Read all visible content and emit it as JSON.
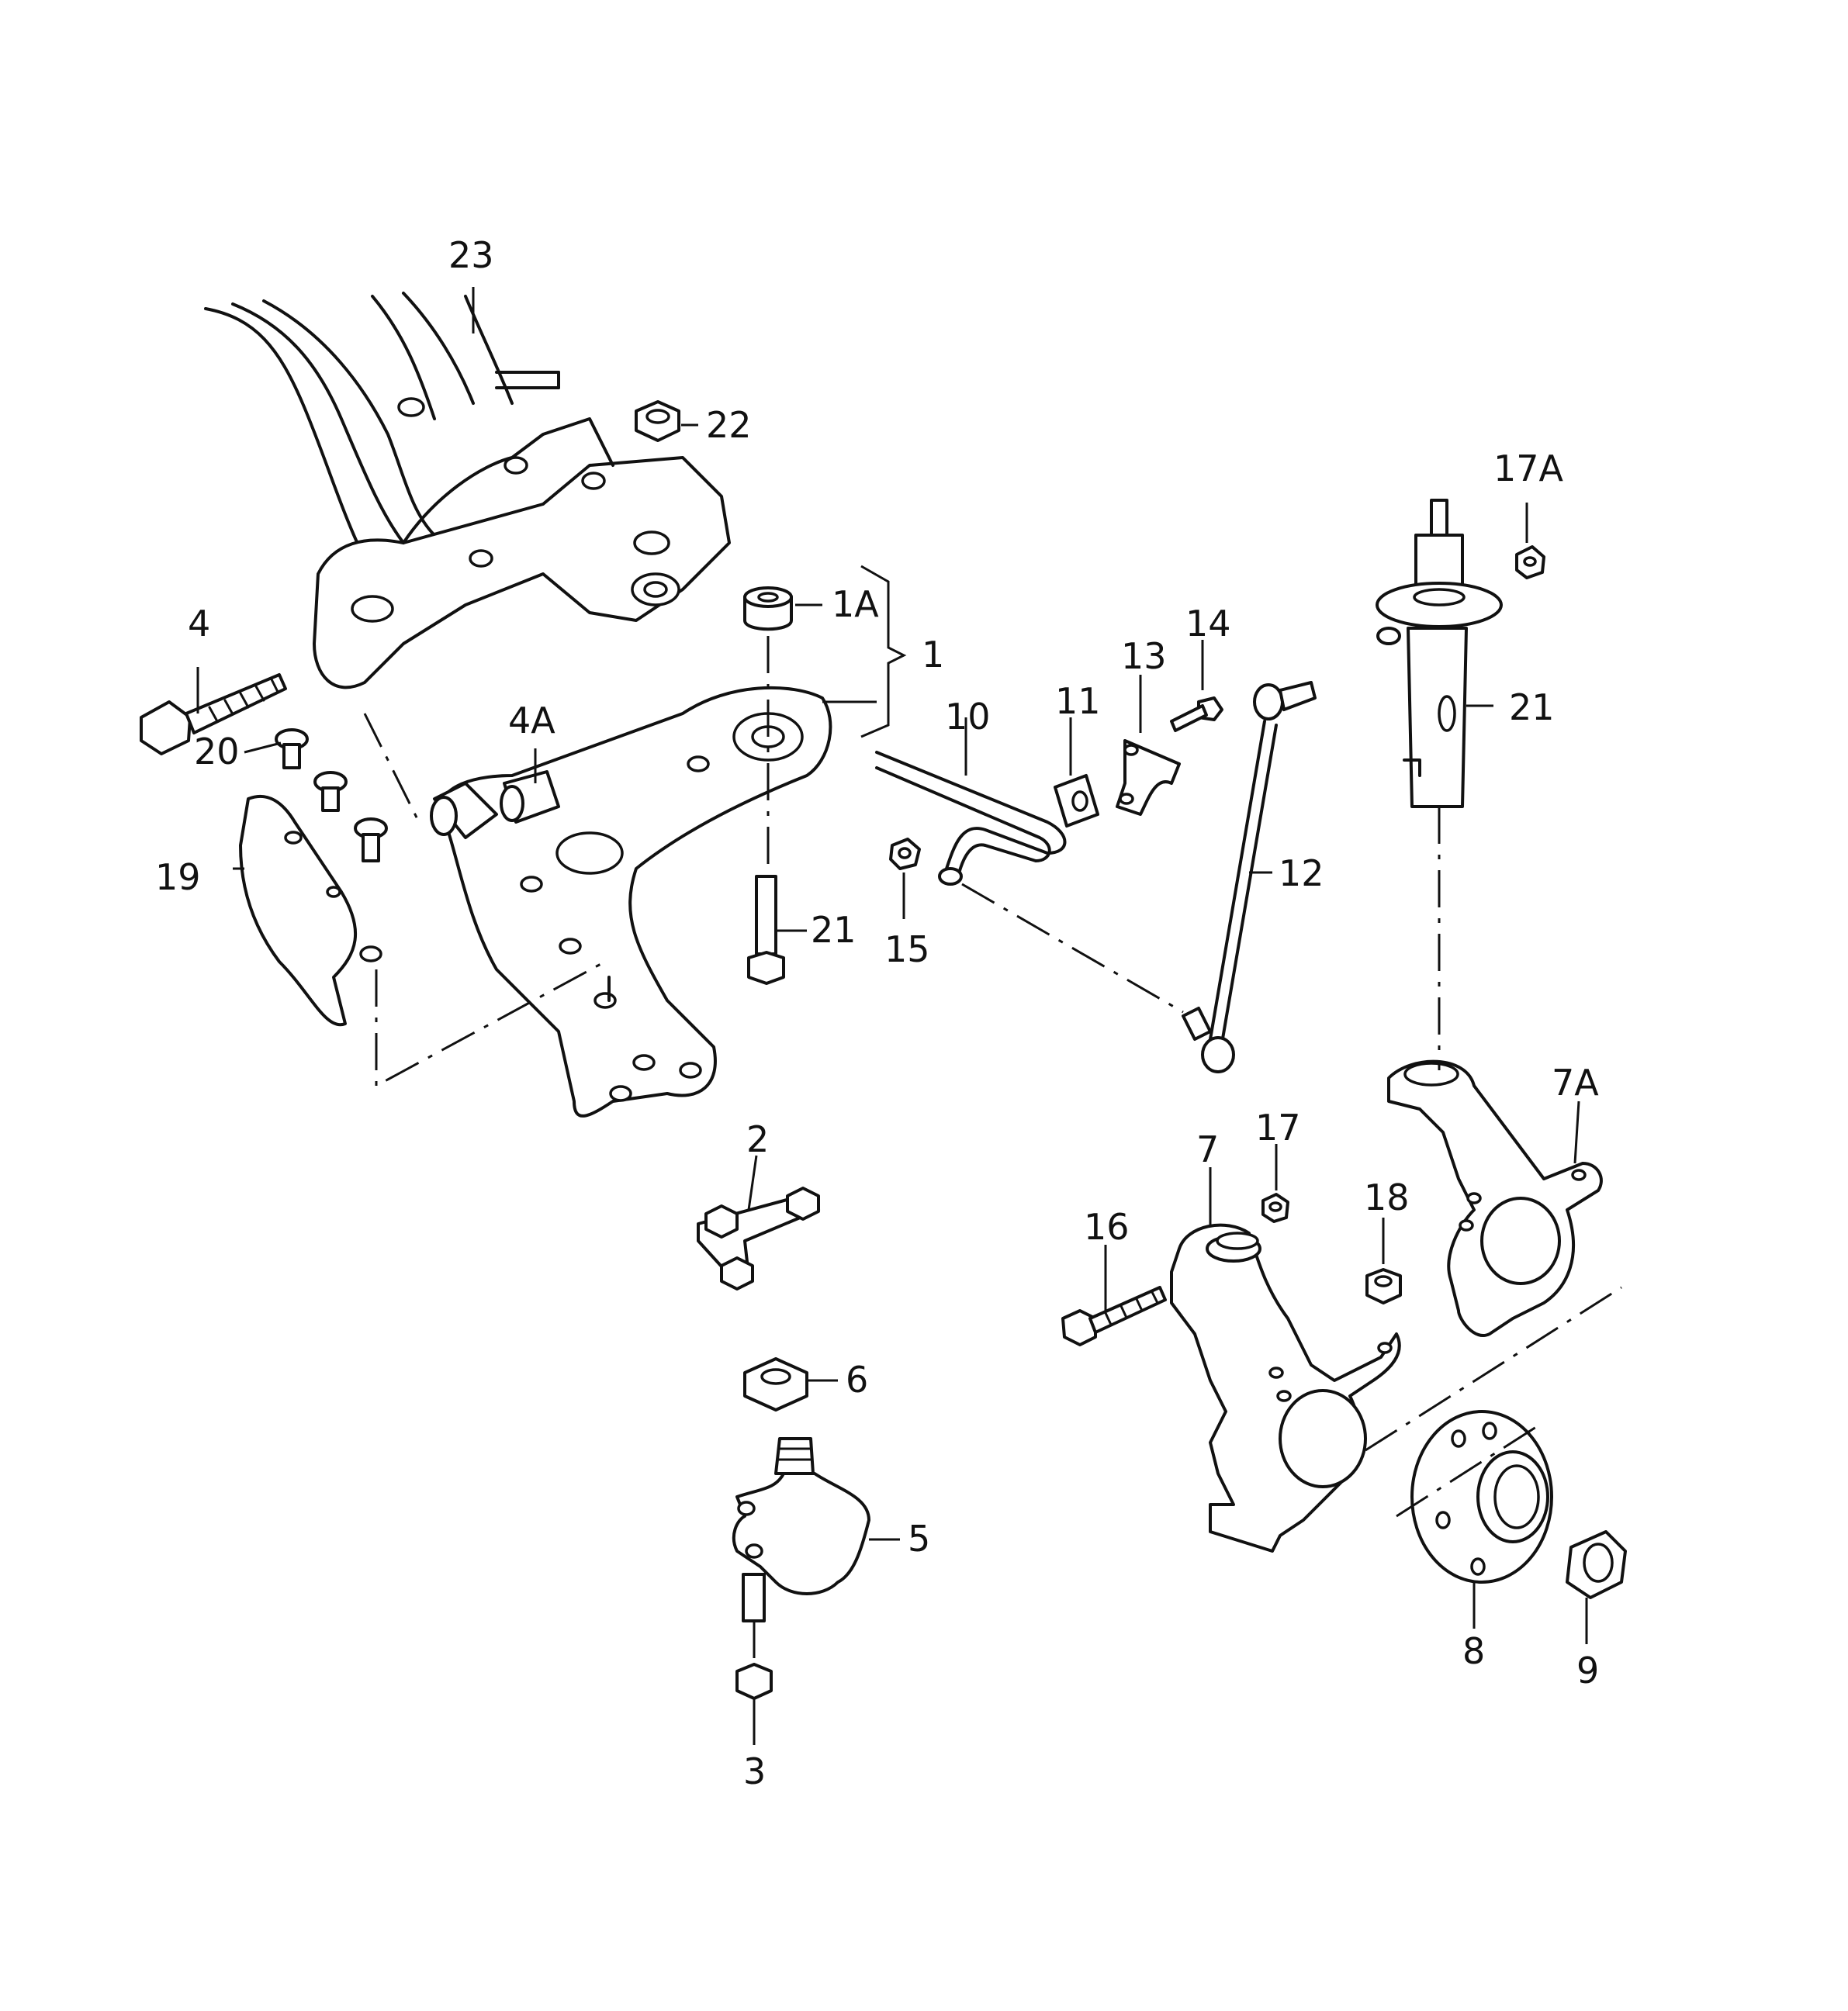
{
  "diagram": {
    "labels": [
      {
        "id": "23",
        "text": "23"
      },
      {
        "id": "22",
        "text": "22"
      },
      {
        "id": "1A",
        "text": "1A"
      },
      {
        "id": "1",
        "text": "1"
      },
      {
        "id": "4",
        "text": "4"
      },
      {
        "id": "4A",
        "text": "4A"
      },
      {
        "id": "20",
        "text": "20"
      },
      {
        "id": "19",
        "text": "19"
      },
      {
        "id": "21a",
        "text": "21"
      },
      {
        "id": "10",
        "text": "10"
      },
      {
        "id": "11",
        "text": "11"
      },
      {
        "id": "13",
        "text": "13"
      },
      {
        "id": "14",
        "text": "14"
      },
      {
        "id": "15",
        "text": "15"
      },
      {
        "id": "12",
        "text": "12"
      },
      {
        "id": "17A",
        "text": "17A"
      },
      {
        "id": "21b",
        "text": "21"
      },
      {
        "id": "7A",
        "text": "7A"
      },
      {
        "id": "7",
        "text": "7"
      },
      {
        "id": "17",
        "text": "17"
      },
      {
        "id": "18",
        "text": "18"
      },
      {
        "id": "16",
        "text": "16"
      },
      {
        "id": "2",
        "text": "2"
      },
      {
        "id": "6",
        "text": "6"
      },
      {
        "id": "5",
        "text": "5"
      },
      {
        "id": "3",
        "text": "3"
      },
      {
        "id": "8",
        "text": "8"
      },
      {
        "id": "9",
        "text": "9"
      }
    ]
  }
}
